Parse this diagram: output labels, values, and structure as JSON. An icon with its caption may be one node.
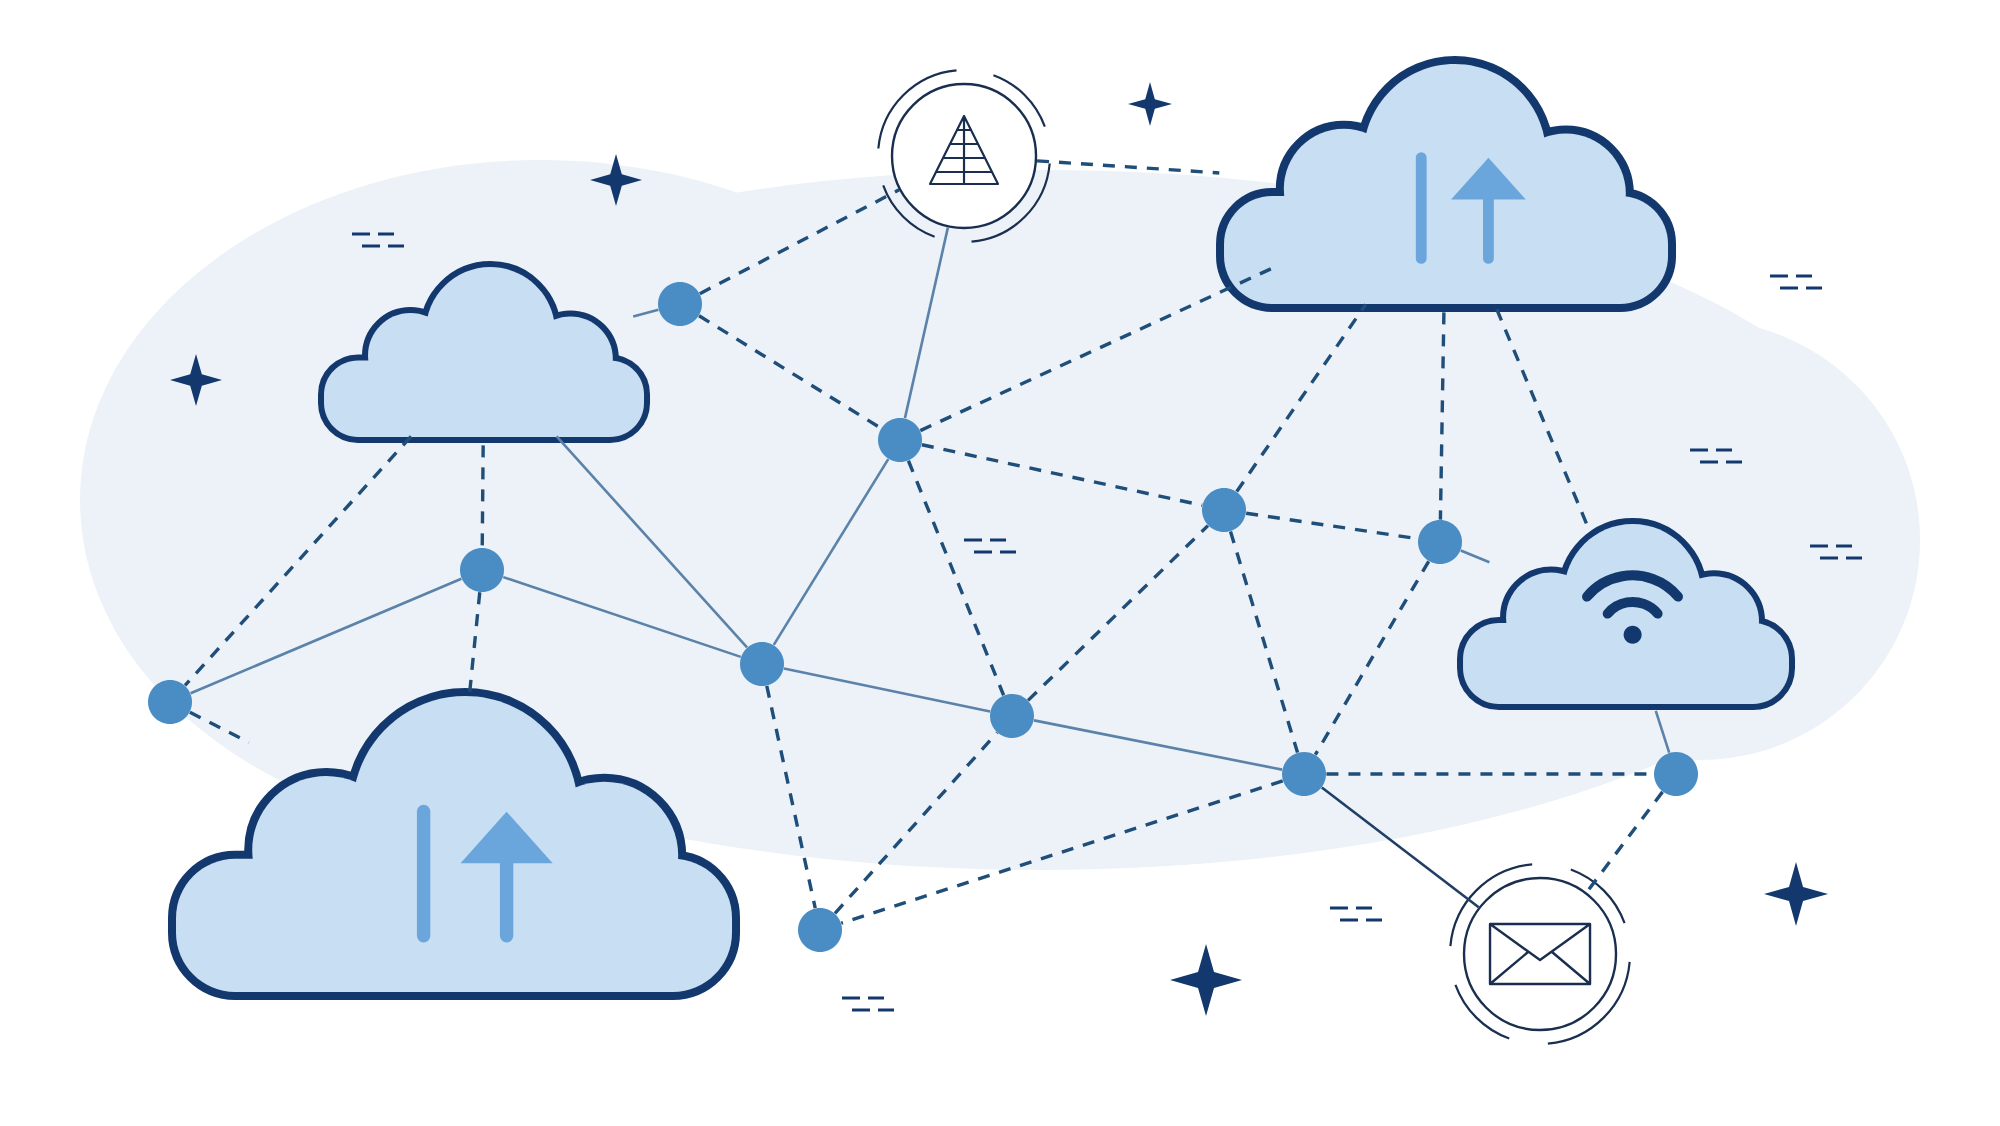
{
  "diagram": {
    "nodes": [
      {
        "text": [],
        "shape": "circle"
      },
      {
        "text": [],
        "shape": "cloud"
      },
      {
        "text": [],
        "shape": "circle"
      },
      {
        "text": [],
        "shape": "cloud"
      },
      {
        "text": [],
        "shape": "circle"
      },
      {
        "text": [],
        "shape": "circle"
      },
      {
        "text": [],
        "shape": "circle"
      },
      {
        "text": [],
        "shape": "circle"
      },
      {
        "text": [],
        "shape": "cloud"
      },
      {
        "text": [],
        "shape": "circle"
      },
      {
        "text": [],
        "shape": "circle"
      },
      {
        "text": [],
        "shape": "circle"
      },
      {
        "text": [],
        "shape": "circle"
      },
      {
        "text": [],
        "shape": "circle"
      },
      {
        "text": [],
        "shape": "cloud"
      },
      {
        "text": [],
        "shape": "circle"
      },
      {
        "text": [],
        "shape": "circle"
      }
    ],
    "edges": [
      {
        "from": 3,
        "to": 2,
        "arrow": "none",
        "color": "#5b82a8"
      },
      {
        "from": 2,
        "to": 0,
        "arrow": "none",
        "style": "dashed"
      },
      {
        "from": 2,
        "to": 4,
        "arrow": "none",
        "style": "dashed"
      },
      {
        "from": 0,
        "to": 4,
        "arrow": "none",
        "color": "#5b82a8"
      },
      {
        "from": 0,
        "to": 1,
        "arrow": "none",
        "style": "dashed"
      },
      {
        "from": 4,
        "to": 1,
        "arrow": "none",
        "style": "dashed"
      },
      {
        "from": 3,
        "to": 7,
        "arrow": "none",
        "style": "dashed"
      },
      {
        "from": 3,
        "to": 10,
        "arrow": "none",
        "style": "dashed"
      },
      {
        "from": 10,
        "to": 7,
        "arrow": "none",
        "color": "#5b82a8"
      },
      {
        "from": 7,
        "to": 9,
        "arrow": "none",
        "color": "#5b82a8"
      },
      {
        "from": 7,
        "to": 14,
        "arrow": "none",
        "style": "dashed"
      },
      {
        "from": 3,
        "to": 9,
        "arrow": "none",
        "color": "#5b82a8"
      },
      {
        "from": 4,
        "to": 9,
        "arrow": "none",
        "color": "#5b82a8"
      },
      {
        "from": 4,
        "to": 11,
        "arrow": "none",
        "style": "dashed"
      },
      {
        "from": 4,
        "to": 5,
        "arrow": "none",
        "style": "dashed"
      },
      {
        "from": 9,
        "to": 11,
        "arrow": "none",
        "color": "#5b82a8"
      },
      {
        "from": 9,
        "to": 15,
        "arrow": "none",
        "style": "dashed"
      },
      {
        "from": 11,
        "to": 12,
        "arrow": "none",
        "color": "#5b82a8"
      },
      {
        "from": 11,
        "to": 5,
        "arrow": "none",
        "style": "dashed"
      },
      {
        "from": 5,
        "to": 6,
        "arrow": "none",
        "style": "dashed"
      },
      {
        "from": 5,
        "to": 12,
        "arrow": "none",
        "style": "dashed"
      },
      {
        "from": 5,
        "to": 1,
        "arrow": "none",
        "style": "dashed"
      },
      {
        "from": 6,
        "to": 8,
        "arrow": "none",
        "color": "#5b82a8"
      },
      {
        "from": 1,
        "to": 6,
        "arrow": "none",
        "style": "dashed"
      },
      {
        "from": 6,
        "to": 12,
        "arrow": "none",
        "style": "dashed"
      },
      {
        "from": 1,
        "to": 8,
        "arrow": "none",
        "style": "dashed"
      },
      {
        "from": 12,
        "to": 13,
        "arrow": "none",
        "style": "dashed"
      },
      {
        "from": 8,
        "to": 13,
        "arrow": "none",
        "color": "#5b82a8"
      },
      {
        "from": 13,
        "to": 16,
        "arrow": "none",
        "style": "dashed"
      },
      {
        "from": 12,
        "to": 16,
        "arrow": "none",
        "color": "#1f3f66"
      },
      {
        "from": 12,
        "to": 15,
        "arrow": "none",
        "style": "dashed"
      },
      {
        "from": 15,
        "to": 11,
        "arrow": "none",
        "style": "dashed"
      },
      {
        "from": 10,
        "to": 14,
        "arrow": "none",
        "style": "dashed"
      }
    ]
  }
}
